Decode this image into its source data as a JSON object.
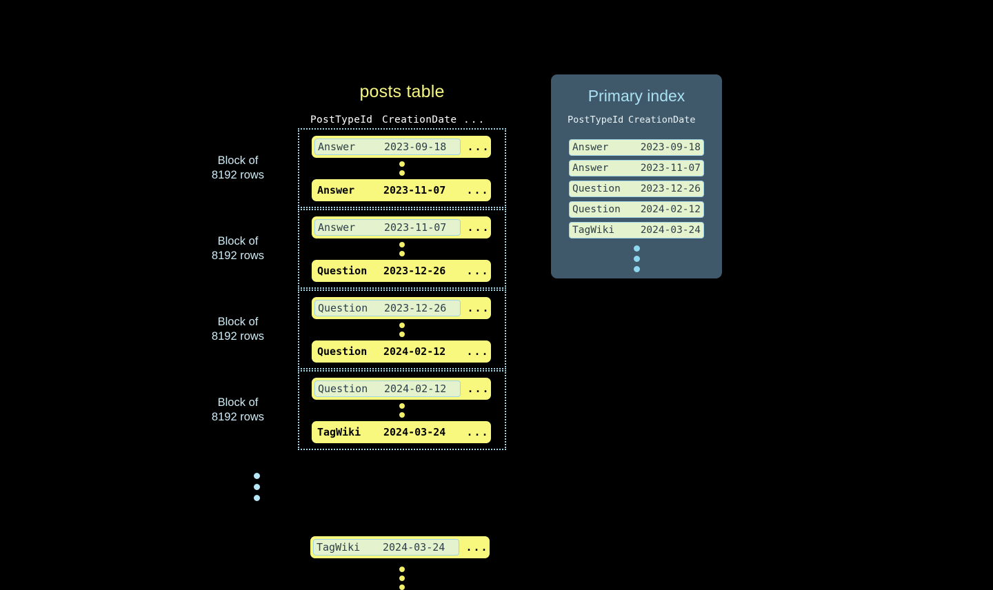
{
  "posts_table": {
    "title": "posts table",
    "columns": [
      "PostTypeId",
      "CreationDate",
      "..."
    ],
    "ellipsis": "...",
    "block_label": "Block of\n8192 rows",
    "blocks": [
      {
        "label": "Block of\n8192 rows",
        "first_row": {
          "post_type_id": "Answer",
          "creation_date": "2023-09-18",
          "more": "...",
          "highlighted": true
        },
        "last_row": {
          "post_type_id": "Answer",
          "creation_date": "2023-11-07",
          "more": "...",
          "highlighted": false
        }
      },
      {
        "label": "Block of\n8192 rows",
        "first_row": {
          "post_type_id": "Answer",
          "creation_date": "2023-11-07",
          "more": "...",
          "highlighted": true
        },
        "last_row": {
          "post_type_id": "Question",
          "creation_date": "2023-12-26",
          "more": "...",
          "highlighted": false
        }
      },
      {
        "label": "Block of\n8192 rows",
        "first_row": {
          "post_type_id": "Question",
          "creation_date": "2023-12-26",
          "more": "...",
          "highlighted": true
        },
        "last_row": {
          "post_type_id": "Question",
          "creation_date": "2024-02-12",
          "more": "...",
          "highlighted": false
        }
      },
      {
        "label": "Block of\n8192 rows",
        "first_row": {
          "post_type_id": "Question",
          "creation_date": "2024-02-12",
          "more": "...",
          "highlighted": true
        },
        "last_row": {
          "post_type_id": "TagWiki",
          "creation_date": "2024-03-24",
          "more": "...",
          "highlighted": false
        }
      }
    ],
    "trailing_row": {
      "post_type_id": "TagWiki",
      "creation_date": "2024-03-24",
      "more": "...",
      "highlighted": true
    }
  },
  "primary_index": {
    "title": "Primary index",
    "columns": [
      "PostTypeId",
      "CreationDate"
    ],
    "rows": [
      {
        "post_type_id": "Answer",
        "creation_date": "2023-09-18"
      },
      {
        "post_type_id": "Answer",
        "creation_date": "2023-11-07"
      },
      {
        "post_type_id": "Question",
        "creation_date": "2023-12-26"
      },
      {
        "post_type_id": "Question",
        "creation_date": "2024-02-12"
      },
      {
        "post_type_id": "TagWiki",
        "creation_date": "2024-03-24"
      }
    ]
  },
  "colors": {
    "background": "#000000",
    "row_yellow": "#f9f87e",
    "highlight_green": "#e4f3cd",
    "highlight_border": "#9fd4e8",
    "title_yellow": "#f5f581",
    "label_blue": "#cdeaf5",
    "panel_slate": "#40596a",
    "index_title_blue": "#a9e0f2",
    "dot_yellow": "#f2ef6a",
    "dot_blue": "#8fd6ef",
    "block_border": "#a8d8ea"
  }
}
